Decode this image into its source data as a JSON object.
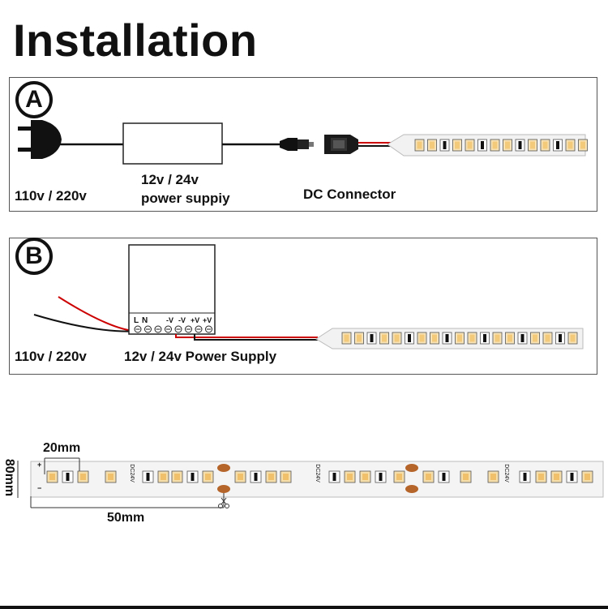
{
  "title": "Installation",
  "panel_a": {
    "letter": "A",
    "plug_voltage": "110v / 220v",
    "supply_line1": "12v / 24v",
    "supply_line2": "power suppiy",
    "connector": "DC Connector"
  },
  "panel_b": {
    "letter": "B",
    "mains_voltage": "110v / 220v",
    "supply": "12v / 24v Power Supply",
    "terminals": [
      "L",
      "N",
      "-V",
      "-V",
      "+V",
      "+V"
    ]
  },
  "dimensions": {
    "led_spacing": "20mm",
    "cut_length": "50mm",
    "width": "80mm",
    "voltage_print": "DC24V",
    "plus": "+",
    "minus": "−"
  }
}
